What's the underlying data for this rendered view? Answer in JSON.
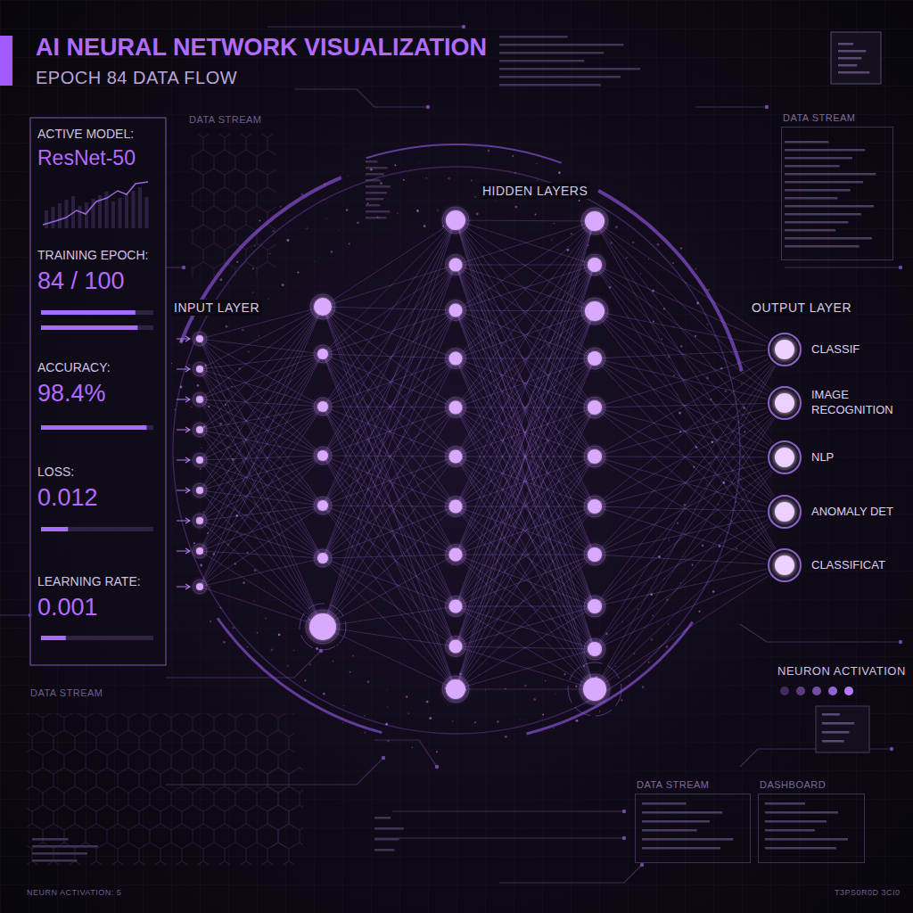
{
  "diagram": {
    "title": "AI NEURAL NETWORK VISUALIZATION",
    "nodes": [
      {
        "text": [
          "ACTIVE MODEL:",
          "ResNet-50"
        ]
      },
      {
        "text": [
          "TRAINING EPOCH:",
          "84 / 100"
        ]
      },
      {
        "text": [
          "ACCURACY:",
          "98.4%"
        ]
      },
      {
        "text": [
          "LOSS:",
          "0.012"
        ]
      },
      {
        "text": [
          "LEARNING RATE:",
          "0.001"
        ]
      },
      {
        "text": [
          "CLASSIF"
        ]
      },
      {
        "text": [
          "IMAGE RECOGNITION"
        ]
      },
      {
        "text": [
          "NLP"
        ]
      },
      {
        "text": [
          "ANOMALY DET"
        ]
      },
      {
        "text": [
          "CLASSIFICAT"
        ]
      },
      {
        "text": [
          "DATA STREAM"
        ]
      },
      {
        "text": [
          "DATA STREAM"
        ]
      },
      {
        "text": [
          "DASHBOARD"
        ]
      }
    ],
    "labels": [
      "EPOCH 84 DATA FLOW",
      "DATA STREAM",
      "HIDDEN LAYERS",
      "INPUT LAYER",
      "OUTPUT LAYER",
      "DATA STREAM",
      "NEURON ACTIVATION",
      "NEURN ACTIVATION: 5",
      "T3PS0R0D 3CI0"
    ]
  }
}
